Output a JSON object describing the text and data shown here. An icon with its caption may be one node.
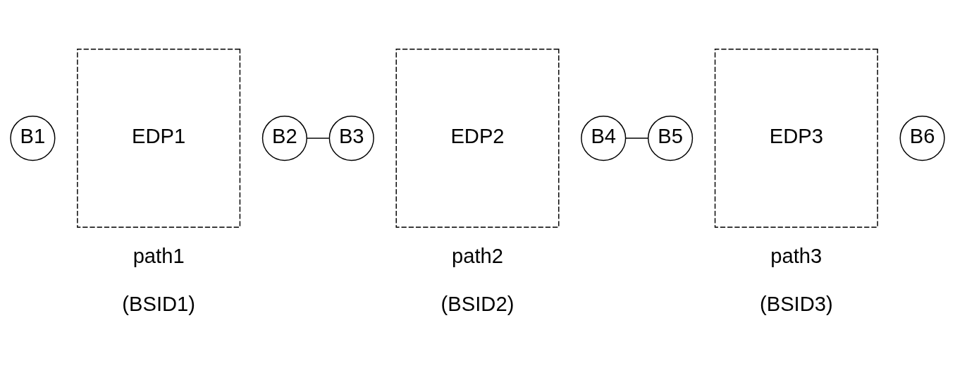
{
  "diagram": {
    "nodes": [
      {
        "text": [
          "B1"
        ]
      },
      {
        "text": [
          "B2"
        ]
      },
      {
        "text": [
          "B3"
        ]
      },
      {
        "text": [
          "B4"
        ]
      },
      {
        "text": [
          "B5"
        ]
      },
      {
        "text": [
          "B6"
        ]
      },
      {
        "text": [
          "EDP1"
        ]
      },
      {
        "text": [
          "EDP2"
        ]
      },
      {
        "text": [
          "EDP3"
        ]
      }
    ],
    "edges": [
      {
        "from": 1,
        "to": 2,
        "arrow": "none"
      },
      {
        "from": 3,
        "to": 4,
        "arrow": "none"
      }
    ],
    "labels": [
      "path1",
      "(BSID1)",
      "path2",
      "(BSID2)",
      "path3",
      "(BSID3)"
    ]
  }
}
